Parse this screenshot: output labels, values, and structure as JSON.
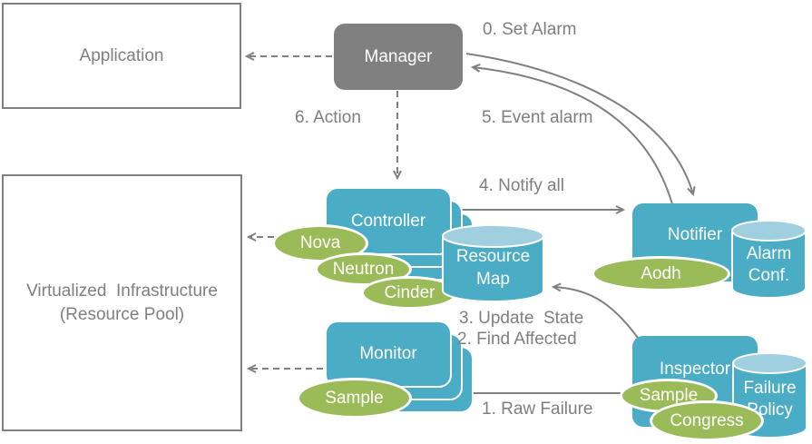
{
  "nodes": {
    "application": {
      "label": "Application"
    },
    "virtualized_infrastructure": {
      "line1": "Virtualized  Infrastructure",
      "line2": "(Resource Pool)"
    },
    "manager": {
      "label": "Manager"
    },
    "controller": {
      "label": "Controller"
    },
    "monitor": {
      "label": "Monitor"
    },
    "notifier": {
      "label": "Notifier"
    },
    "inspector": {
      "label": "Inspector"
    }
  },
  "datastores": {
    "resource_map": {
      "line1": "Resource",
      "line2": "Map"
    },
    "alarm_conf": {
      "line1": "Alarm",
      "line2": "Conf."
    },
    "failure_policy": {
      "line1": "Failure",
      "line2": "Policy"
    }
  },
  "plugins": {
    "nova": "Nova",
    "neutron": "Neutron",
    "cinder": "Cinder",
    "monitor_sample": "Sample",
    "aodh": "Aodh",
    "inspector_sample": "Sample",
    "congress": "Congress"
  },
  "flows": {
    "set_alarm": "0. Set Alarm",
    "raw_failure": "1. Raw Failure",
    "find_affected": "2. Find Affected",
    "update_state": "3. Update  State",
    "notify_all": "4. Notify all",
    "event_alarm": "5. Event alarm",
    "action": "6. Action"
  },
  "colors": {
    "node_blue": "#4BACC6",
    "cylinder_top_blue": "#A0CFDF",
    "plugin_green": "#9BBB59",
    "line_gray": "#808080",
    "text_gray": "#7F7F7F"
  }
}
